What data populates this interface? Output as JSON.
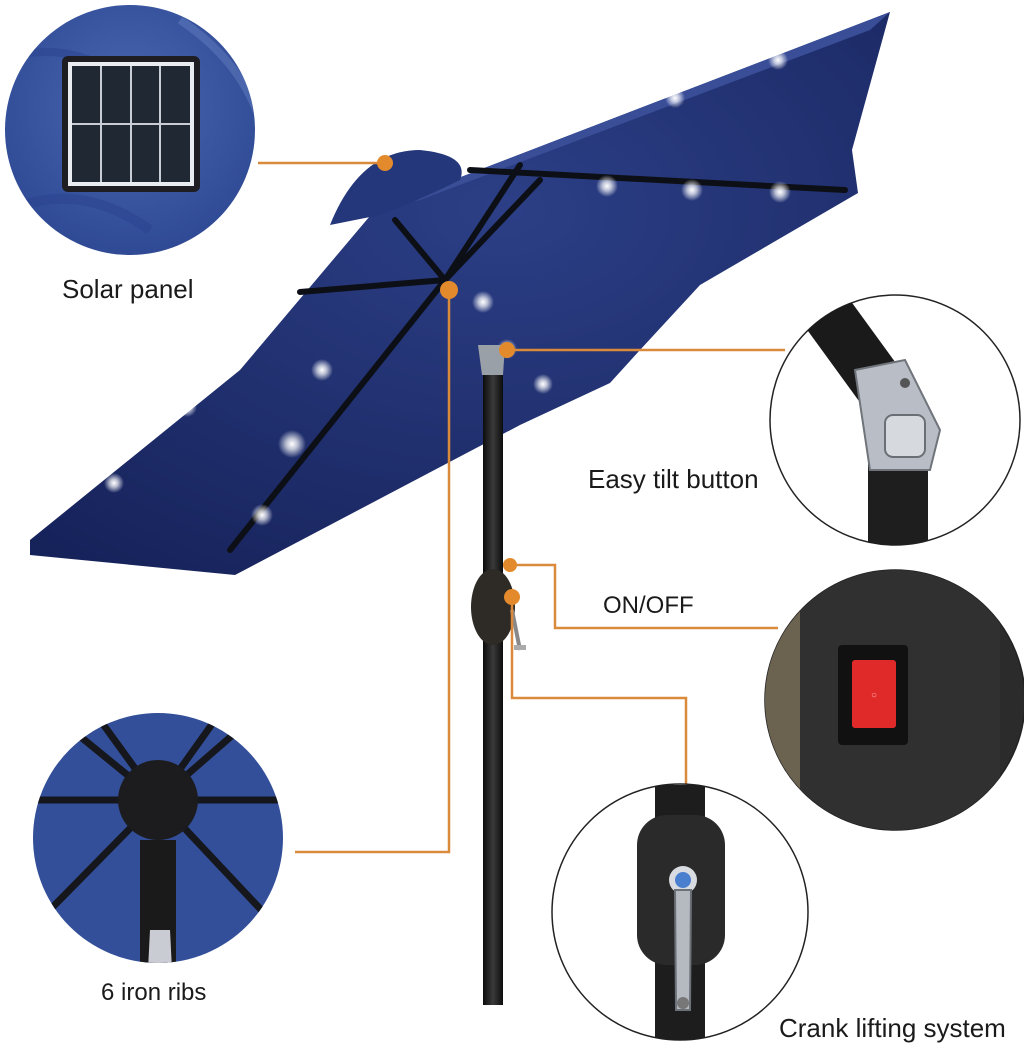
{
  "callouts": {
    "solar_panel": "Solar panel",
    "tilt_button": "Easy tilt button",
    "on_off": "ON/OFF",
    "iron_ribs": "6 iron ribs",
    "crank": "Crank lifting system"
  },
  "colors": {
    "canopy": "#1f2f70",
    "canopy_light": "#2c3f86",
    "leader_line": "#d98a3a",
    "pole": "#1b1b1b",
    "switch_red": "#e02a2a"
  }
}
